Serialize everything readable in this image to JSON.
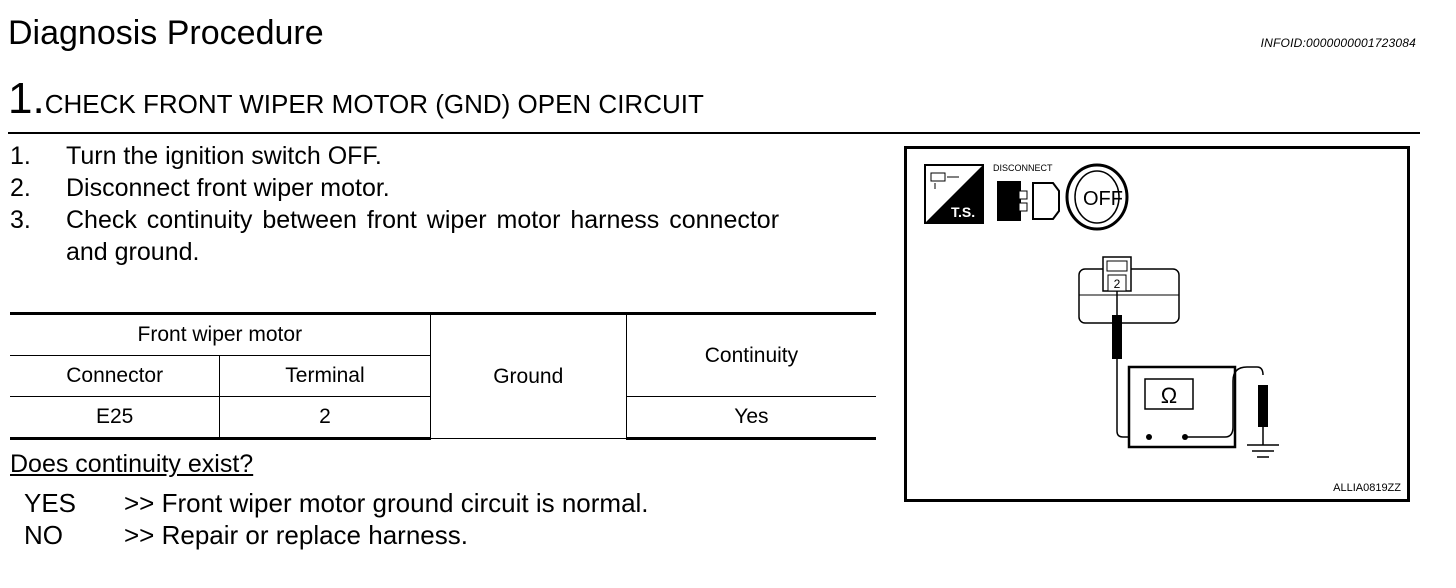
{
  "header": {
    "title": "Diagnosis Procedure",
    "info_id": "INFOID:0000000001723084"
  },
  "step": {
    "number": "1.",
    "title": "CHECK FRONT WIPER MOTOR (GND) OPEN CIRCUIT"
  },
  "instructions": [
    {
      "num": "1.",
      "text": "Turn the ignition switch OFF."
    },
    {
      "num": "2.",
      "text": "Disconnect front wiper motor."
    },
    {
      "num": "3.",
      "text": "Check continuity between front wiper motor harness connector"
    },
    {
      "num": "",
      "text": "and ground."
    }
  ],
  "table": {
    "group_header": "Front wiper motor",
    "col_connector": "Connector",
    "col_terminal": "Terminal",
    "col_ground": "Ground",
    "col_continuity": "Continuity",
    "row": {
      "connector": "E25",
      "terminal": "2",
      "continuity": "Yes"
    }
  },
  "question": "Does continuity exist?",
  "answers": [
    {
      "key": "YES",
      "text": ">> Front wiper motor ground circuit is normal."
    },
    {
      "key": "NO",
      "text": ">> Repair or replace harness."
    }
  ],
  "figure": {
    "ts_label": "T.S.",
    "disconnect_label": "DISCONNECT",
    "off_label": "OFF",
    "terminal_label": "2",
    "meter_symbol": "Ω",
    "code": "ALLIA0819ZZ",
    "icons": [
      "tester-icon",
      "disconnect-icon",
      "ignition-off-icon",
      "connector-icon",
      "ohmmeter-icon",
      "ground-icon"
    ]
  }
}
